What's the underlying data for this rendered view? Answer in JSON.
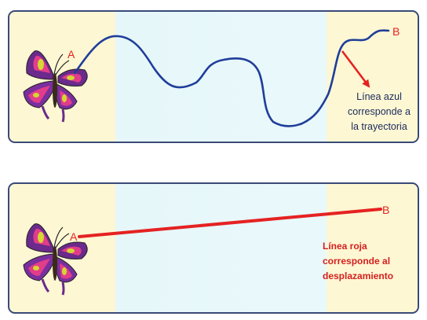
{
  "top_panel": {
    "start_label": "A",
    "end_label": "B",
    "caption_lines": [
      "Línea azul",
      "corresponde a",
      "la trayectoria"
    ],
    "path_color": "#1f3e9a",
    "arrow_color": "#e52222"
  },
  "bottom_panel": {
    "start_label": "A",
    "end_label": "B",
    "caption_lines": [
      "Línea roja",
      "corresponde al",
      "desplazamiento"
    ],
    "line_color": "#e52222"
  }
}
